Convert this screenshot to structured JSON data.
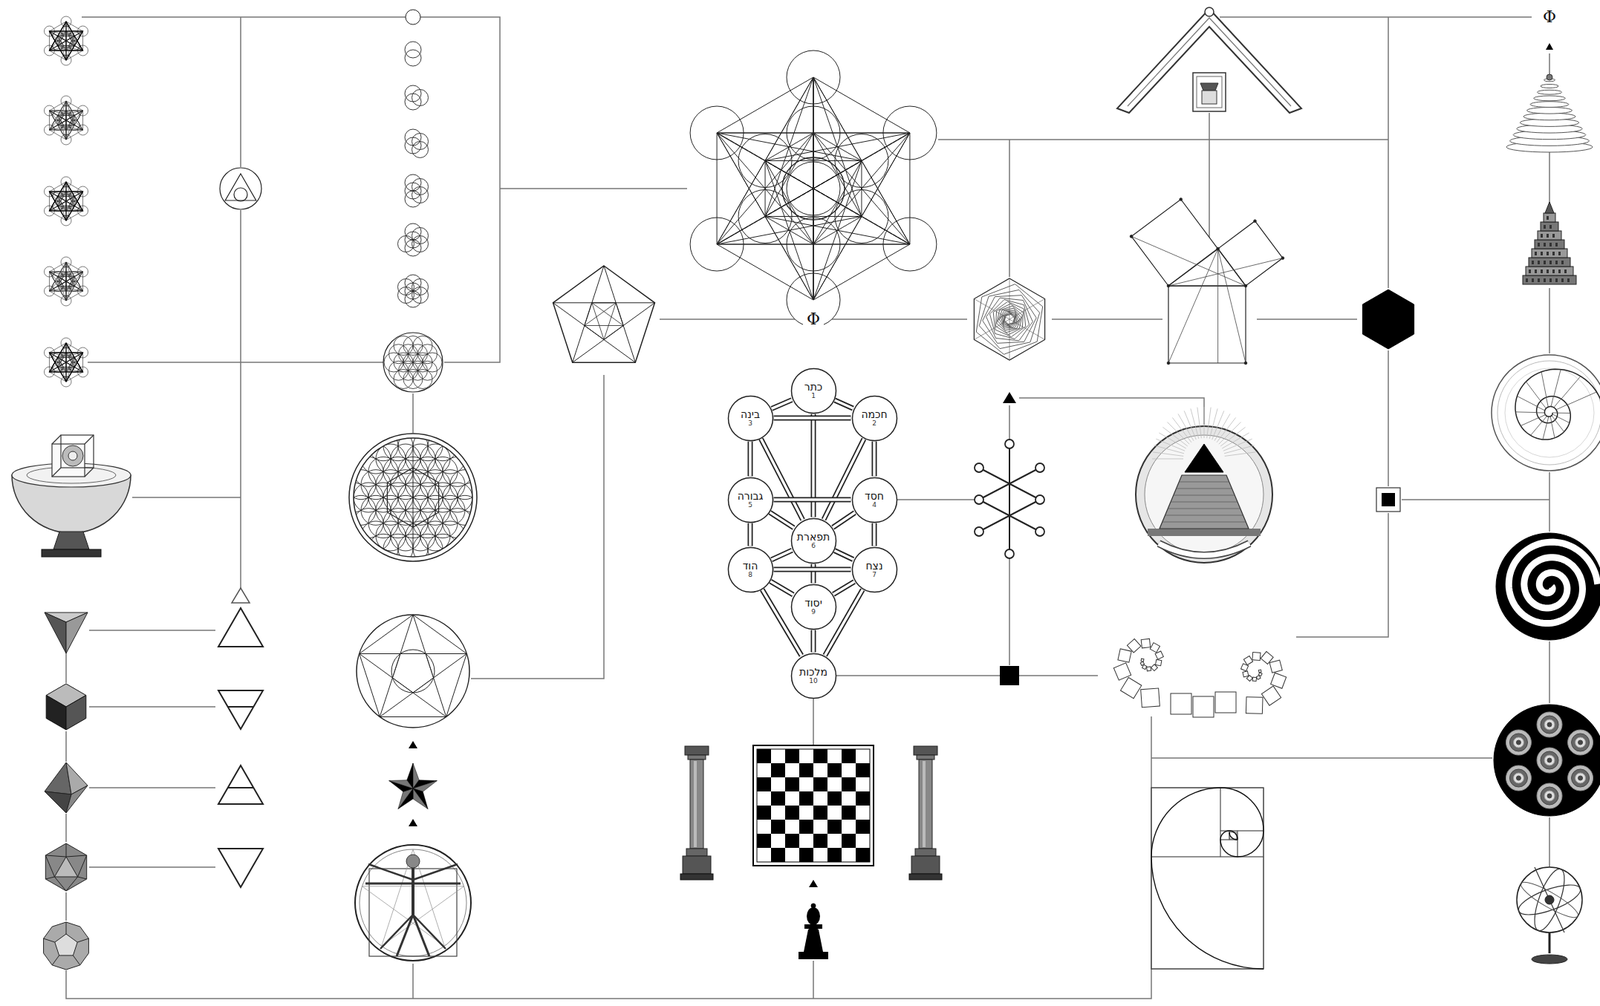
{
  "diagram": {
    "nodes": [
      {
        "text": [
          "כתר",
          "1"
        ]
      },
      {
        "text": [
          "בינה",
          "3"
        ]
      },
      {
        "text": [
          "חכמה",
          "2"
        ]
      },
      {
        "text": [
          "גבורה",
          "5"
        ]
      },
      {
        "text": [
          "חסד",
          "4"
        ]
      },
      {
        "text": [
          "תפארת",
          "6"
        ]
      },
      {
        "text": [
          "הוד",
          "8"
        ]
      },
      {
        "text": [
          "נצח",
          "7"
        ]
      },
      {
        "text": [
          "יסוד",
          "9"
        ]
      },
      {
        "text": [
          "מלכות",
          "10"
        ]
      }
    ],
    "edges": [
      {
        "from": 0,
        "to": 1,
        "arrow": "none"
      },
      {
        "from": 0,
        "to": 2,
        "arrow": "none"
      },
      {
        "from": 0,
        "to": 5,
        "arrow": "none"
      },
      {
        "from": 1,
        "to": 2,
        "arrow": "none"
      },
      {
        "from": 1,
        "to": 3,
        "arrow": "none"
      },
      {
        "from": 1,
        "to": 5,
        "arrow": "none"
      },
      {
        "from": 2,
        "to": 4,
        "arrow": "none"
      },
      {
        "from": 2,
        "to": 5,
        "arrow": "none"
      },
      {
        "from": 3,
        "to": 4,
        "arrow": "none"
      },
      {
        "from": 3,
        "to": 5,
        "arrow": "none"
      },
      {
        "from": 3,
        "to": 6,
        "arrow": "none"
      },
      {
        "from": 4,
        "to": 5,
        "arrow": "none"
      },
      {
        "from": 4,
        "to": 7,
        "arrow": "none"
      },
      {
        "from": 5,
        "to": 6,
        "arrow": "none"
      },
      {
        "from": 5,
        "to": 7,
        "arrow": "none"
      },
      {
        "from": 5,
        "to": 8,
        "arrow": "none"
      },
      {
        "from": 6,
        "to": 7,
        "arrow": "none"
      },
      {
        "from": 6,
        "to": 8,
        "arrow": "none"
      },
      {
        "from": 7,
        "to": 8,
        "arrow": "none"
      },
      {
        "from": 6,
        "to": 9,
        "arrow": "none"
      },
      {
        "from": 7,
        "to": 9,
        "arrow": "none"
      },
      {
        "from": 8,
        "to": 9,
        "arrow": "none"
      }
    ],
    "labels": [
      "Φ",
      "Φ"
    ]
  }
}
